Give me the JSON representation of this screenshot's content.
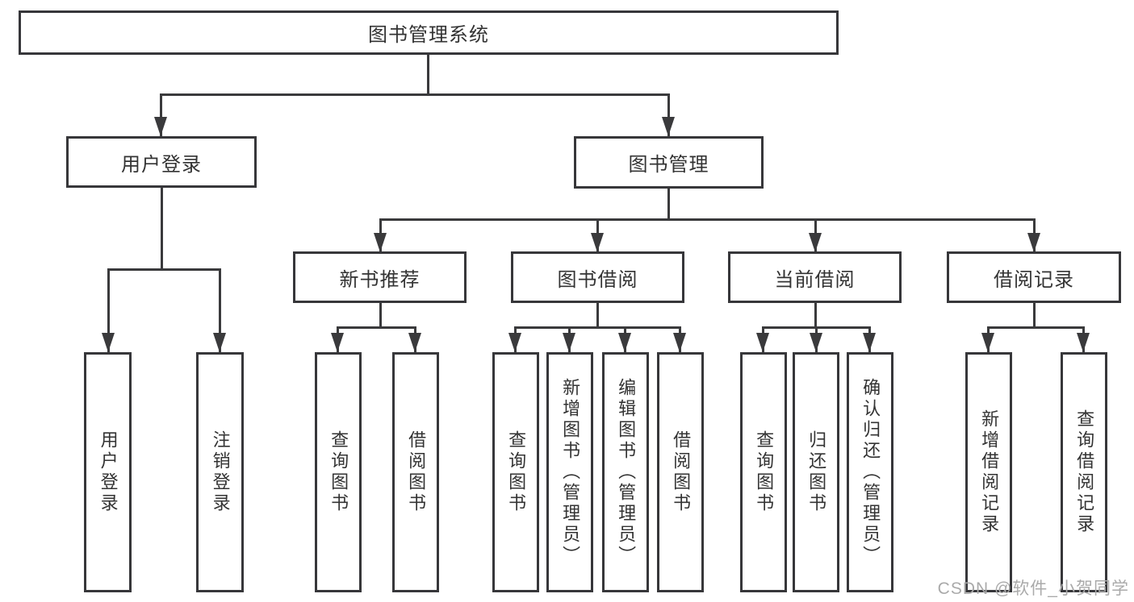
{
  "nodes": {
    "root": "图书管理系统",
    "user_login": "用户登录",
    "book_mgmt": "图书管理",
    "new_book": "新书推荐",
    "book_borrow": "图书借阅",
    "current_borrow": "当前借阅",
    "borrow_record": "借阅记录",
    "leaf_user_login": "用户登录",
    "leaf_logout": "注销登录",
    "leaf_nb_query": "查询图书",
    "leaf_nb_borrow": "借阅图书",
    "leaf_bb_query": "查询图书",
    "leaf_bb_add": "新增图书（管理员）",
    "leaf_bb_edit": "编辑图书（管理员）",
    "leaf_bb_borrow": "借阅图书",
    "leaf_cb_query": "查询图书",
    "leaf_cb_return": "归还图书",
    "leaf_cb_confirm": "确认归还（管理员）",
    "leaf_br_add": "新增借阅记录",
    "leaf_br_query": "查询借阅记录"
  },
  "watermark": "CSDN @软件_小贺同学",
  "colors": {
    "line": "#3a3a3c",
    "text": "#333333",
    "watermark": "#aaaaaa"
  }
}
